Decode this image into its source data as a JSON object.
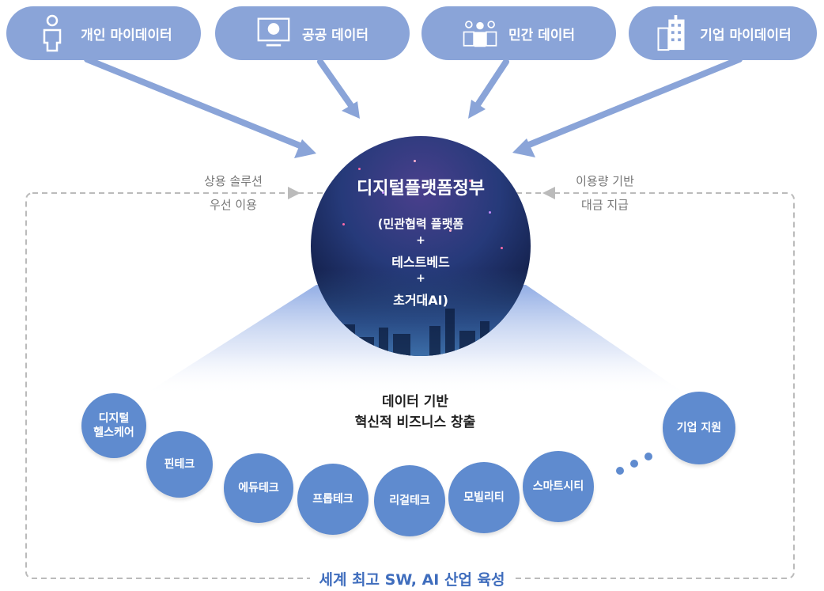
{
  "sources": [
    {
      "label": "개인 마이데이터",
      "icon": "person-icon"
    },
    {
      "label": "공공 데이터",
      "icon": "monitor-icon"
    },
    {
      "label": "민간 데이터",
      "icon": "group-icon"
    },
    {
      "label": "기업 마이데이터",
      "icon": "building-icon"
    }
  ],
  "left_note": {
    "line1": "상용 솔루션",
    "line2": "우선 이용"
  },
  "right_note": {
    "line1": "이용량 기반",
    "line2": "대금 지급"
  },
  "hub": {
    "title": "디지털플랫폼정부",
    "line1": "(민관협력 플랫폼",
    "plus": "+",
    "line2": "테스트베드",
    "line3": "초거대AI)"
  },
  "business": {
    "line1": "데이터 기반",
    "line2": "혁신적 비즈니스 창출"
  },
  "sectors": [
    {
      "line1": "디지털",
      "line2": "헬스케어"
    },
    {
      "line1": "핀테크"
    },
    {
      "line1": "에듀테크"
    },
    {
      "line1": "프롭테크"
    },
    {
      "line1": "리걸테크"
    },
    {
      "line1": "모빌리티"
    },
    {
      "line1": "스마트시티"
    },
    {
      "line1": "기업 지원"
    }
  ],
  "bottom_title": "세계 최고 SW, AI 산업 육성",
  "colors": {
    "pill": "#8aa4d8",
    "bubble": "#5f8bcf",
    "accent": "#3f6dbd",
    "dashed": "#bbbbbb"
  }
}
